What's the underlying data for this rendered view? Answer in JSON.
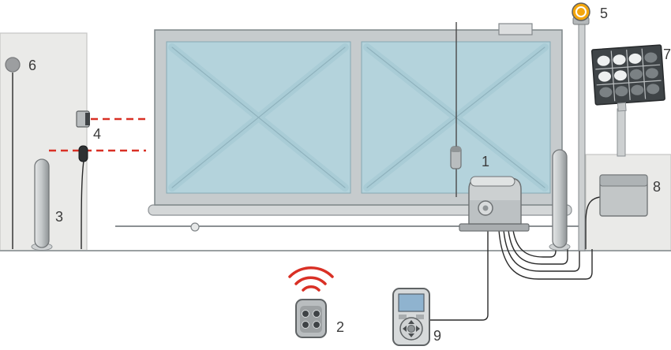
{
  "diagram": {
    "labels": {
      "gate_drive": "1",
      "remote_control": "2",
      "photocell_post": "3",
      "wall_photocells": "4",
      "signal_lamp": "5",
      "key_button": "6",
      "solar_panel": "7",
      "control_box": "8",
      "programming_unit": "9"
    },
    "colors": {
      "gate_panel": "#b4d3dc",
      "beam_red": "#d93025",
      "lamp_orange": "#f3a60d",
      "wall_gray": "#eaeae8",
      "wire": "#2a2a2a"
    }
  }
}
